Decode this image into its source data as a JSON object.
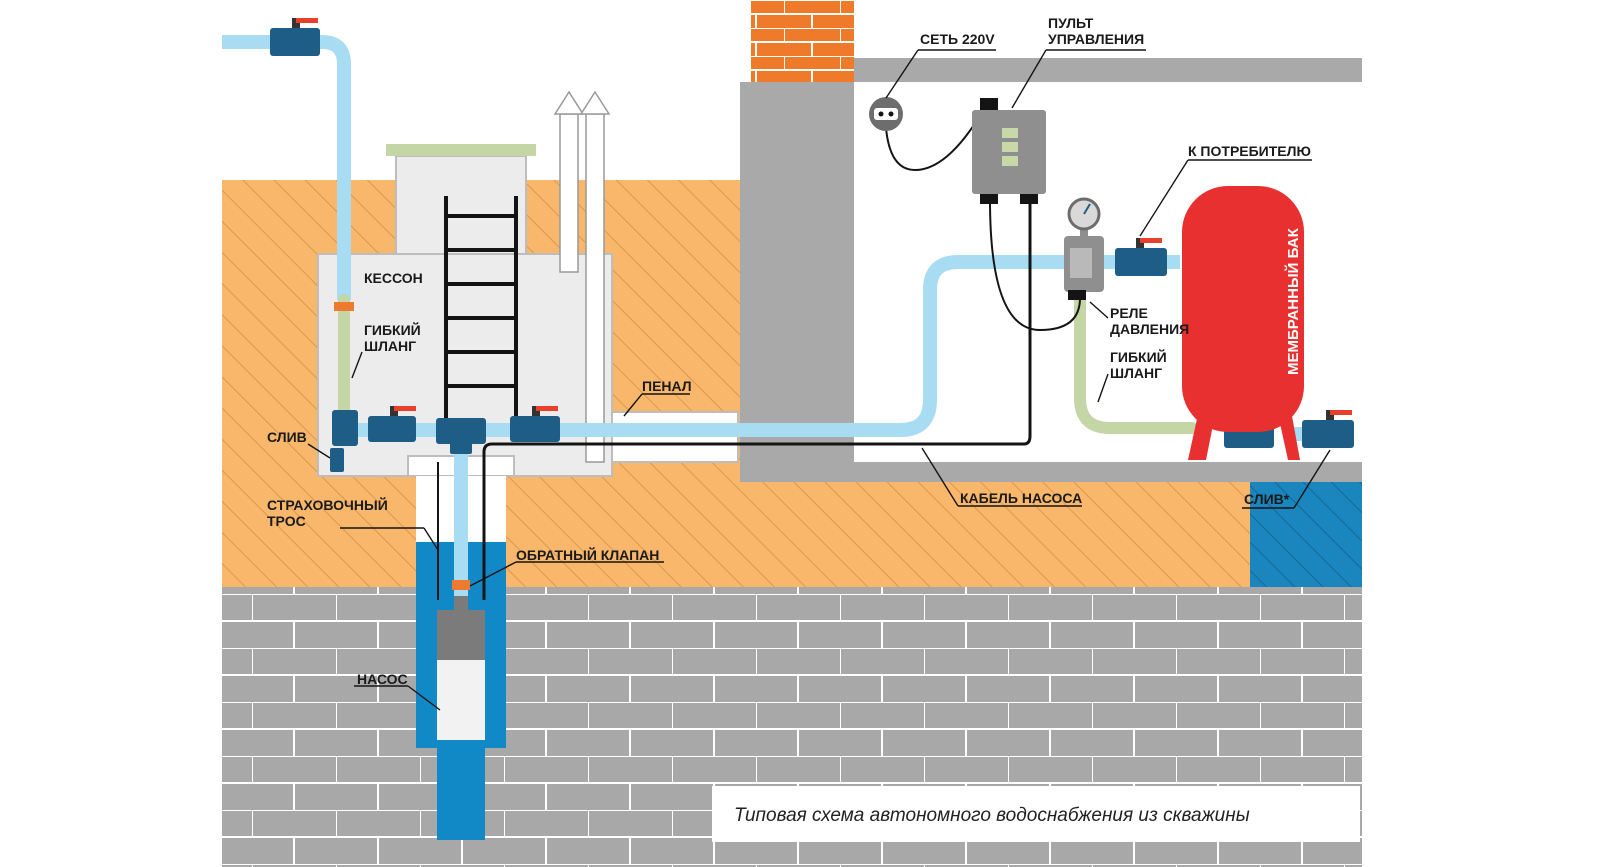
{
  "labels": {
    "kesson": "КЕССОН",
    "hose_left_1": "ГИБКИЙ",
    "hose_left_2": "ШЛАНГ",
    "drain_left": "СЛИВ",
    "rope_1": "СТРАХОВОЧНЫЙ",
    "rope_2": "ТРОС",
    "check_valve": "ОБРАТНЫЙ КЛАПАН",
    "pump": "НАСОС",
    "penal": "ПЕНАЛ",
    "pump_cable": "КАБЕЛЬ НАСОСА",
    "network": "СЕТЬ 220V",
    "control_1": "ПУЛЬТ",
    "control_2": "УПРАВЛЕНИЯ",
    "to_consumer": "К ПОТРЕБИТЕЛЮ",
    "relay_1": "РЕЛЕ",
    "relay_2": "ДАВЛЕНИЯ",
    "hose_right_1": "ГИБКИЙ",
    "hose_right_2": "ШЛАНГ",
    "tank": "МЕМБРАННЫЙ БАК",
    "drain_right": "СЛИВ*"
  },
  "caption": "Типовая схема автономного водоснабжения из скважины",
  "colors": {
    "soil": "#f8b76a",
    "soil_hatch": "#dd9752",
    "brick_wall": "#a8a8a8",
    "brick_line": "#ffffff",
    "chimney_brick": "#ef7a2a",
    "wall": "#a9a9a9",
    "pipe": "#a7dcf3",
    "water": "#1089c6",
    "fitting": "#1e5d86",
    "valve_handle": "#e8402a",
    "orange_clip": "#ee7a30",
    "hose": "#c5d6a6",
    "tank": "#e83030",
    "caisson": "#ececec",
    "cable": "#141414"
  }
}
